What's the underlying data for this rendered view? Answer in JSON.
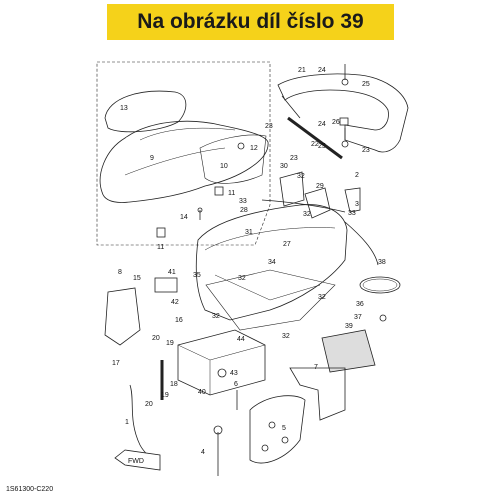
{
  "banner": {
    "text": "Na obrázku díl číslo 39",
    "color": "#f5d21a"
  },
  "diagram": {
    "code": "1S61300-C220",
    "fwd_label": "FWD",
    "part_numbers": [
      "1",
      "2",
      "3",
      "4",
      "5",
      "6",
      "7",
      "8",
      "9",
      "10",
      "11",
      "12",
      "13",
      "14",
      "15",
      "16",
      "17",
      "18",
      "19",
      "20",
      "21",
      "22",
      "23",
      "24",
      "25",
      "26",
      "27",
      "28",
      "29",
      "30",
      "31",
      "32",
      "33",
      "34",
      "35",
      "36",
      "37",
      "38",
      "39",
      "40",
      "41",
      "42",
      "43",
      "44"
    ]
  }
}
